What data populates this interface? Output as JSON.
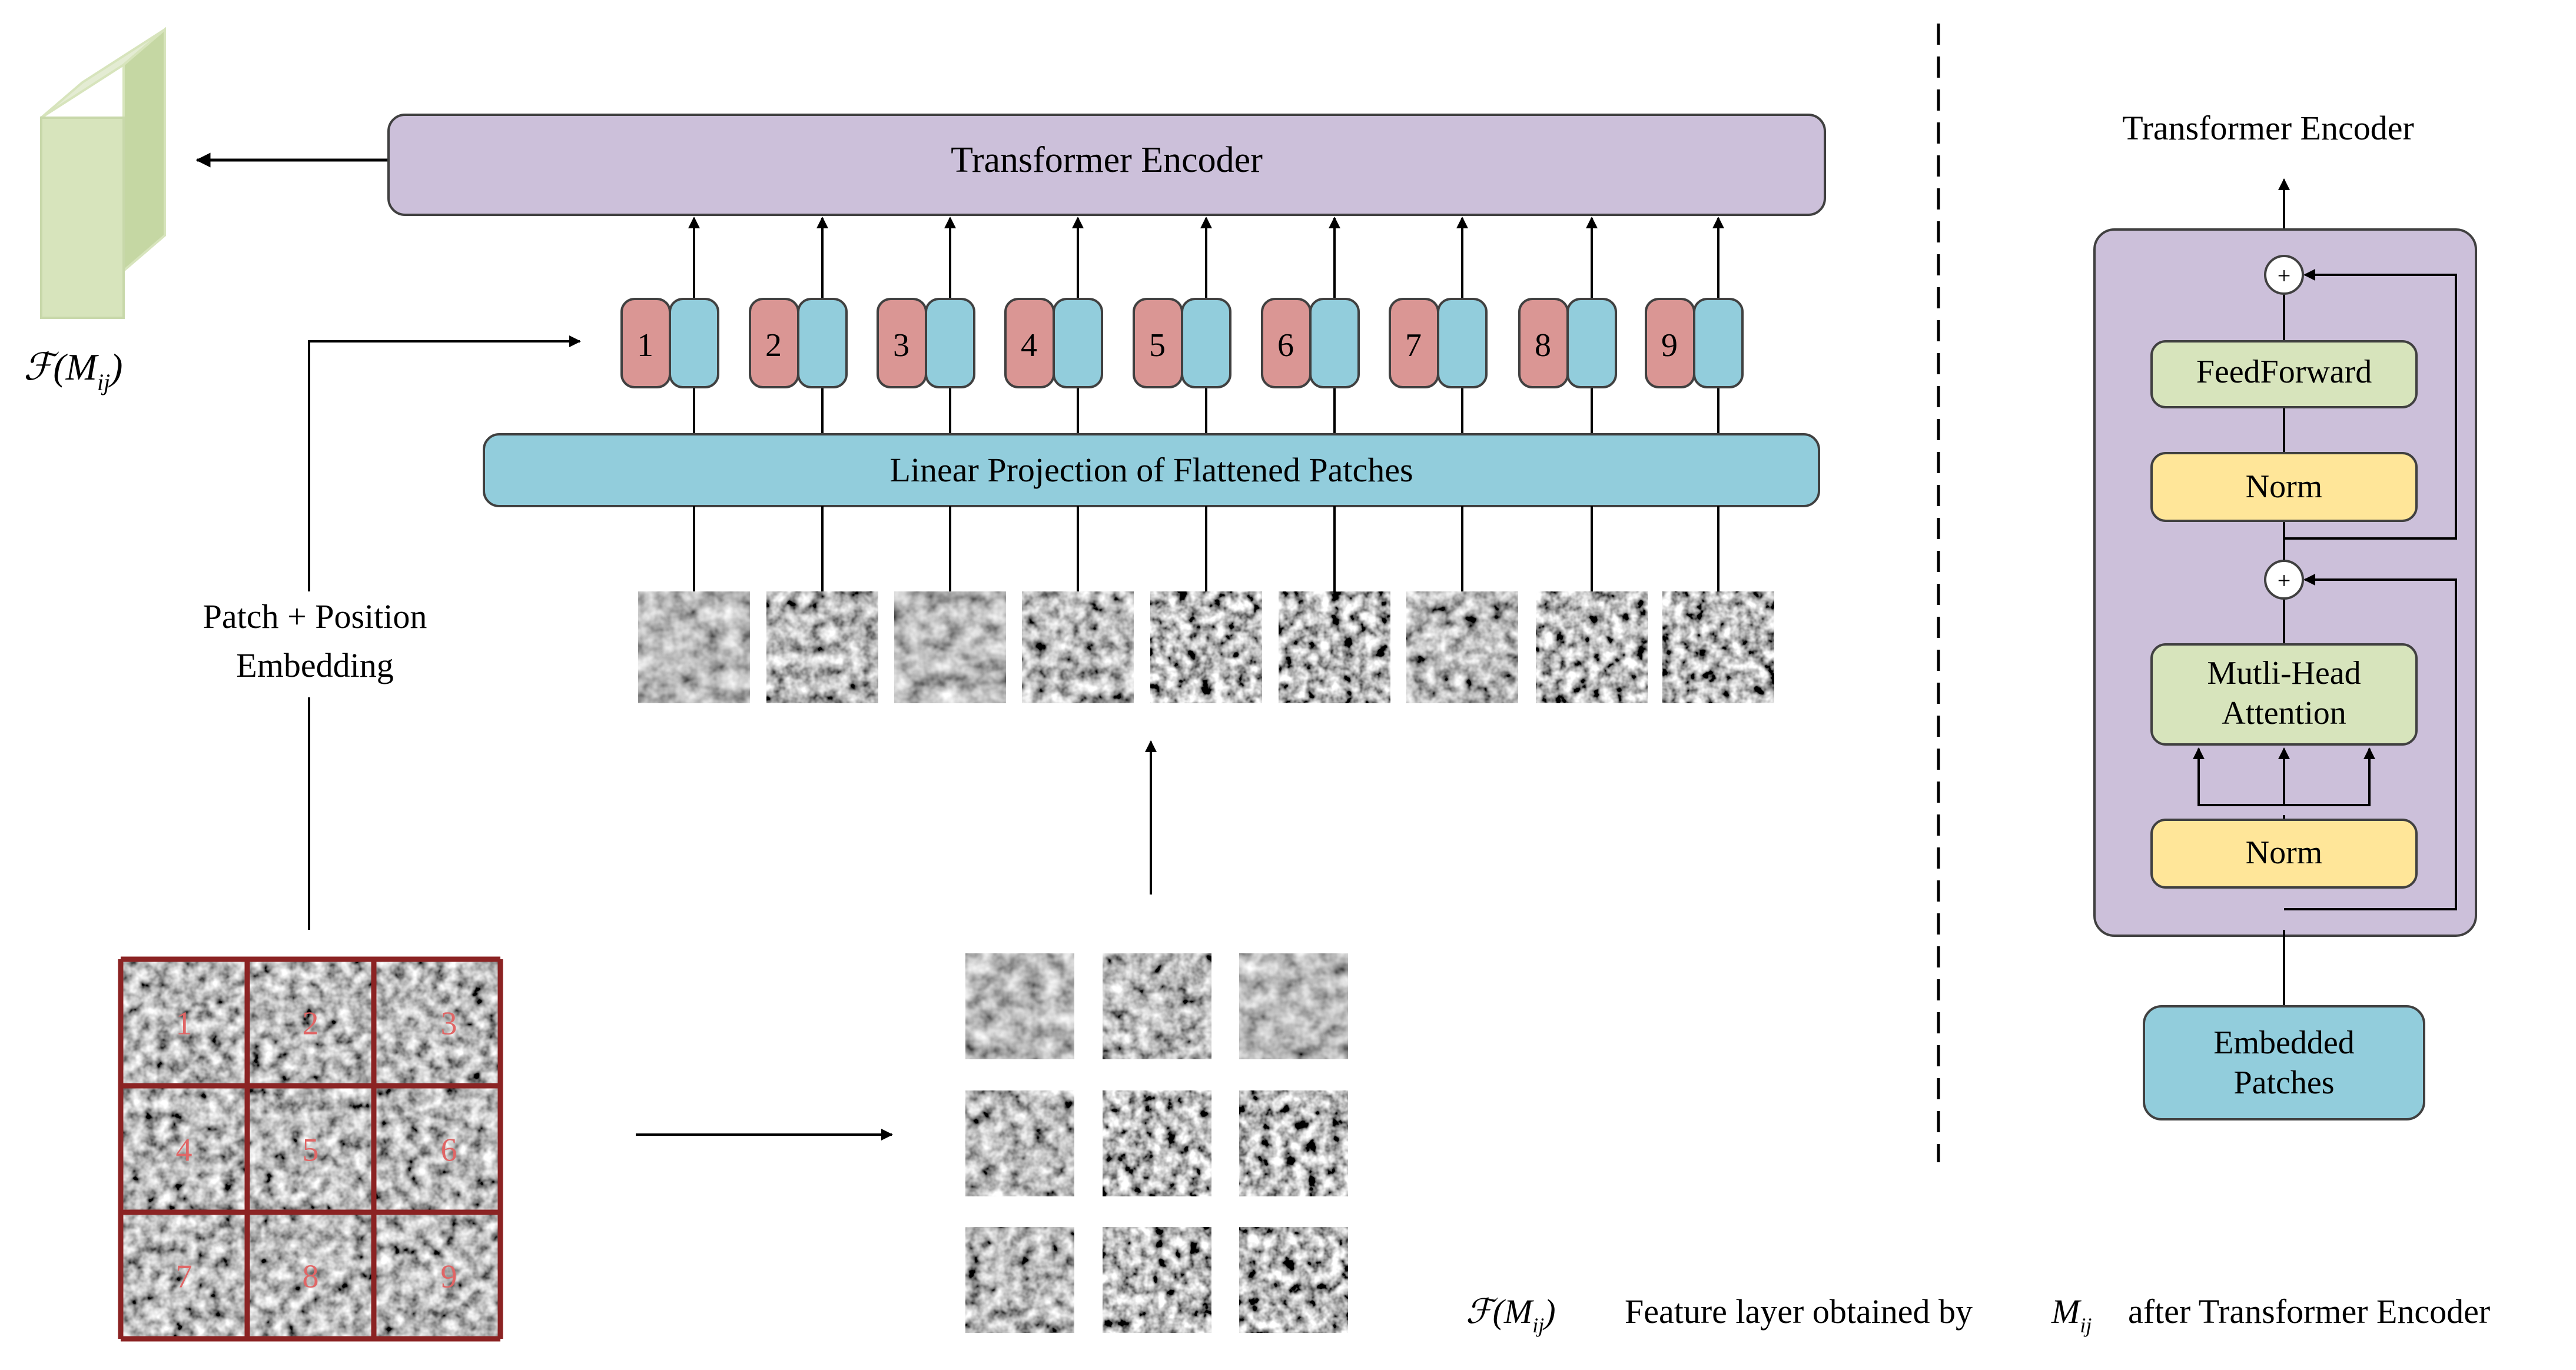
{
  "main": {
    "encoder_label": "Transformer Encoder",
    "projection_label": "Linear Projection of Flattened Patches",
    "position_numbers": [
      "1",
      "2",
      "3",
      "4",
      "5",
      "6",
      "7",
      "8",
      "9"
    ],
    "embedding_label_line1": "Patch + Position",
    "embedding_label_line2": "Embedding",
    "grid_numbers": [
      "1",
      "2",
      "3",
      "4",
      "5",
      "6",
      "7",
      "8",
      "9"
    ]
  },
  "feature_map": {
    "label_base": "ℱ(M",
    "label_sub": "ij",
    "label_close": ")"
  },
  "encoder_detail": {
    "title": "Transformer Encoder",
    "feedforward_label": "FeedForward",
    "norm_top_label": "Norm",
    "attention_line1": "Mutli-Head",
    "attention_line2": "Attention",
    "norm_bottom_label": "Norm",
    "embedded_line1": "Embedded",
    "embedded_line2": "Patches",
    "plus_symbol": "+"
  },
  "legend": {
    "symbol_base": "ℱ(M",
    "symbol_sub": "ij",
    "symbol_close": ")",
    "text_before": "Feature layer obtained by",
    "var_base": "M",
    "var_sub": "ij",
    "text_after": "after Transformer Encoder"
  },
  "colors": {
    "encoder_fill": "#ccc0da",
    "projection_fill": "#92cddc",
    "token_pos_fill": "#da9694",
    "token_patch_fill": "#92cddc",
    "feature_fill": "#d7e4bc",
    "norm_fill": "#ffe699",
    "ffn_fill": "#d7e4bc",
    "grid_border": "#8b2323",
    "grid_number": "#e06666"
  }
}
